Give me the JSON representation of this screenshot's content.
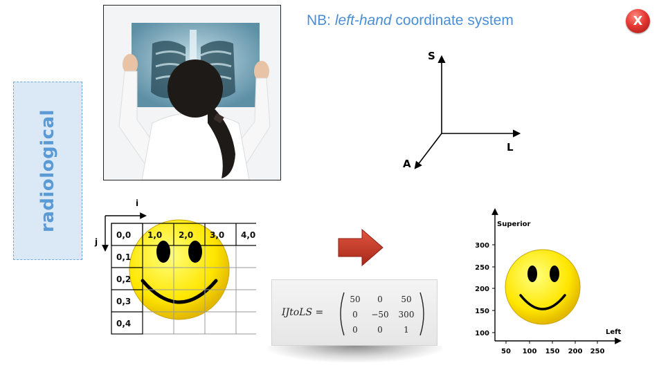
{
  "side_label": "radiological",
  "note": {
    "prefix": "NB: ",
    "emphasis": "left-hand",
    "suffix": " coordinate system"
  },
  "close_button": {
    "icon": "close-icon",
    "label": "X",
    "color": "#e53935"
  },
  "axes": {
    "up": "S",
    "right": "L",
    "diagonal": "A"
  },
  "grid": {
    "i_label": "i",
    "j_label": "j",
    "top_row": [
      "0,0",
      "1,0",
      "2,0",
      "3,0",
      "4,0"
    ],
    "left_col": [
      "0,1",
      "0,2",
      "0,3",
      "0,4"
    ]
  },
  "matrix": {
    "lhs": "IJtoLS",
    "rows": [
      [
        "50",
        "0",
        "50"
      ],
      [
        "0",
        "−50",
        "300"
      ],
      [
        "0",
        "0",
        "1"
      ]
    ]
  },
  "plot": {
    "ylabel": "Superior",
    "xlabel": "Left",
    "yticks": [
      "300",
      "250",
      "200",
      "150",
      "100"
    ],
    "xticks": [
      "50",
      "100",
      "150",
      "200",
      "250"
    ]
  },
  "colors": {
    "accent": "#4a8fd6",
    "arrow": "#c0392b",
    "smiley": "#ffe600"
  }
}
